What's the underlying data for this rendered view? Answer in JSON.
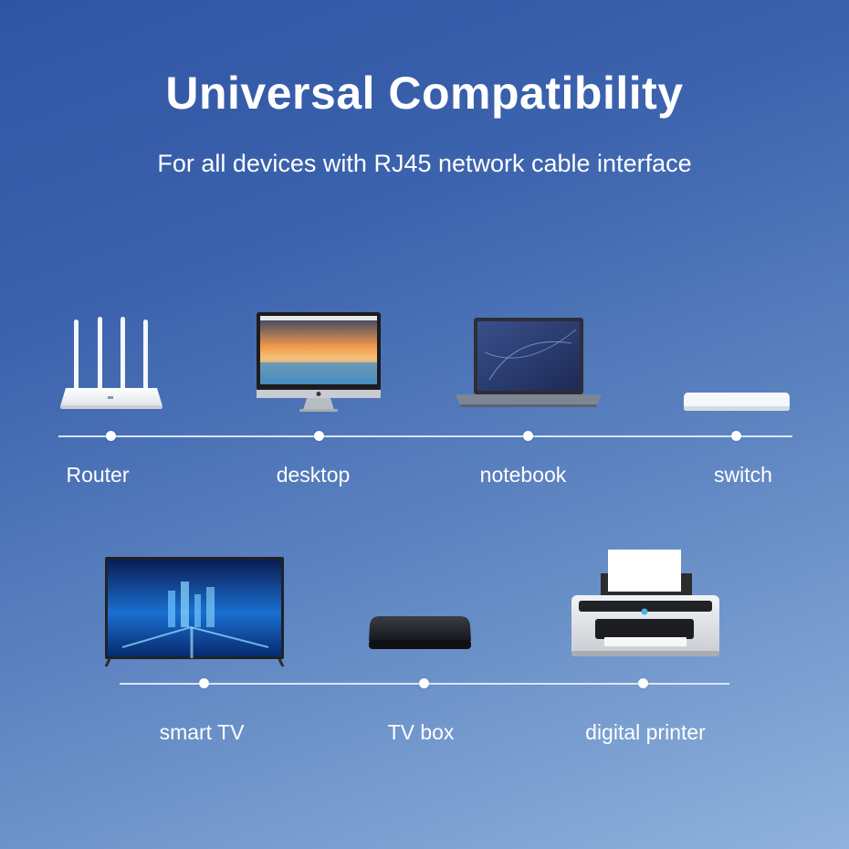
{
  "header": {
    "title": "Universal Compatibility",
    "subtitle": "For all devices with RJ45 network cable interface"
  },
  "row1": {
    "items": [
      {
        "label": "Router",
        "icon": "router-icon"
      },
      {
        "label": "desktop",
        "icon": "desktop-icon"
      },
      {
        "label": "notebook",
        "icon": "notebook-icon"
      },
      {
        "label": "switch",
        "icon": "switch-icon"
      }
    ]
  },
  "row2": {
    "items": [
      {
        "label": "smart TV",
        "icon": "smart-tv-icon"
      },
      {
        "label": "TV box",
        "icon": "tv-box-icon"
      },
      {
        "label": "digital printer",
        "icon": "printer-icon"
      }
    ]
  },
  "colors": {
    "background_top": "#2f54a4",
    "background_bottom": "#90b2dc",
    "text": "#ffffff"
  }
}
